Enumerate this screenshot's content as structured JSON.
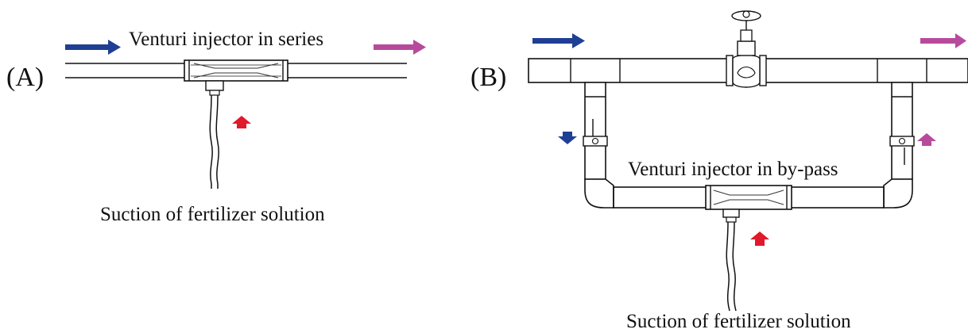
{
  "panels": {
    "a": {
      "label": "(A)",
      "title": "Venturi injector in series",
      "caption": "Suction of fertilizer solution"
    },
    "b": {
      "label": "(B)",
      "title": "Venturi injector in by-pass",
      "caption": "Suction of fertilizer solution"
    }
  },
  "colors": {
    "inflow_arrow": "#1f3f94",
    "outflow_arrow": "#b84a9c",
    "suction_arrow": "#e0192b",
    "line": "#111111"
  },
  "icons": {
    "inflow": "arrow-right-icon",
    "outflow": "arrow-right-icon",
    "suction": "arrow-up-icon",
    "valve": "gate-valve-icon"
  }
}
